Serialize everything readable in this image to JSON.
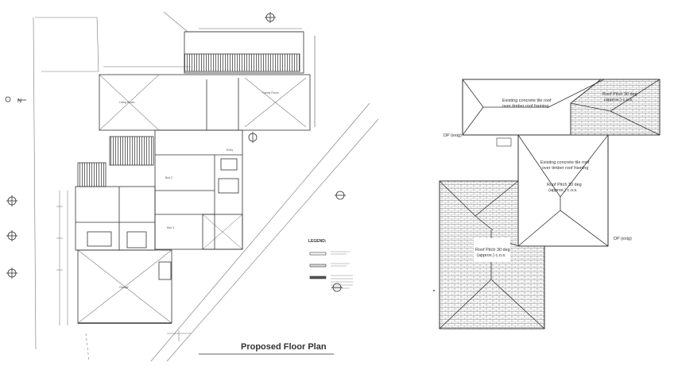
{
  "floor_plan": {
    "title": "Proposed Floor Plan",
    "legend_heading": "LEGEND:",
    "compass_letter": "N",
    "rooms": [
      {
        "key": "living",
        "label": "Living Room"
      },
      {
        "key": "family",
        "label": "Family Room"
      },
      {
        "key": "bed2",
        "label": "Bed 2"
      },
      {
        "key": "bed3",
        "label": "Bed 3"
      },
      {
        "key": "garage",
        "label": "Garage"
      },
      {
        "key": "entry",
        "label": "Entry"
      }
    ]
  },
  "roof_plan": {
    "labels": {
      "existing_tile_a": "Existing concrete tile roof",
      "existing_tile_b": "over timber roof framing",
      "existing_tile2_a": "Existing concrete tile roof",
      "existing_tile2_b": "over timber roof framing",
      "pitch_top_a": "Roof Pitch 30 deg",
      "pitch_top_b": "(approx.) c.o.s.",
      "pitch_mid_a": "Roof Pitch 30 deg",
      "pitch_mid_b": "(approx.) c.o.s.",
      "pitch_low_a": "Roof Pitch 30 deg",
      "pitch_low_b": "(approx.) c.o.s.",
      "dp_left": "DP (exig)",
      "dp_right": "DP (exig)"
    }
  }
}
